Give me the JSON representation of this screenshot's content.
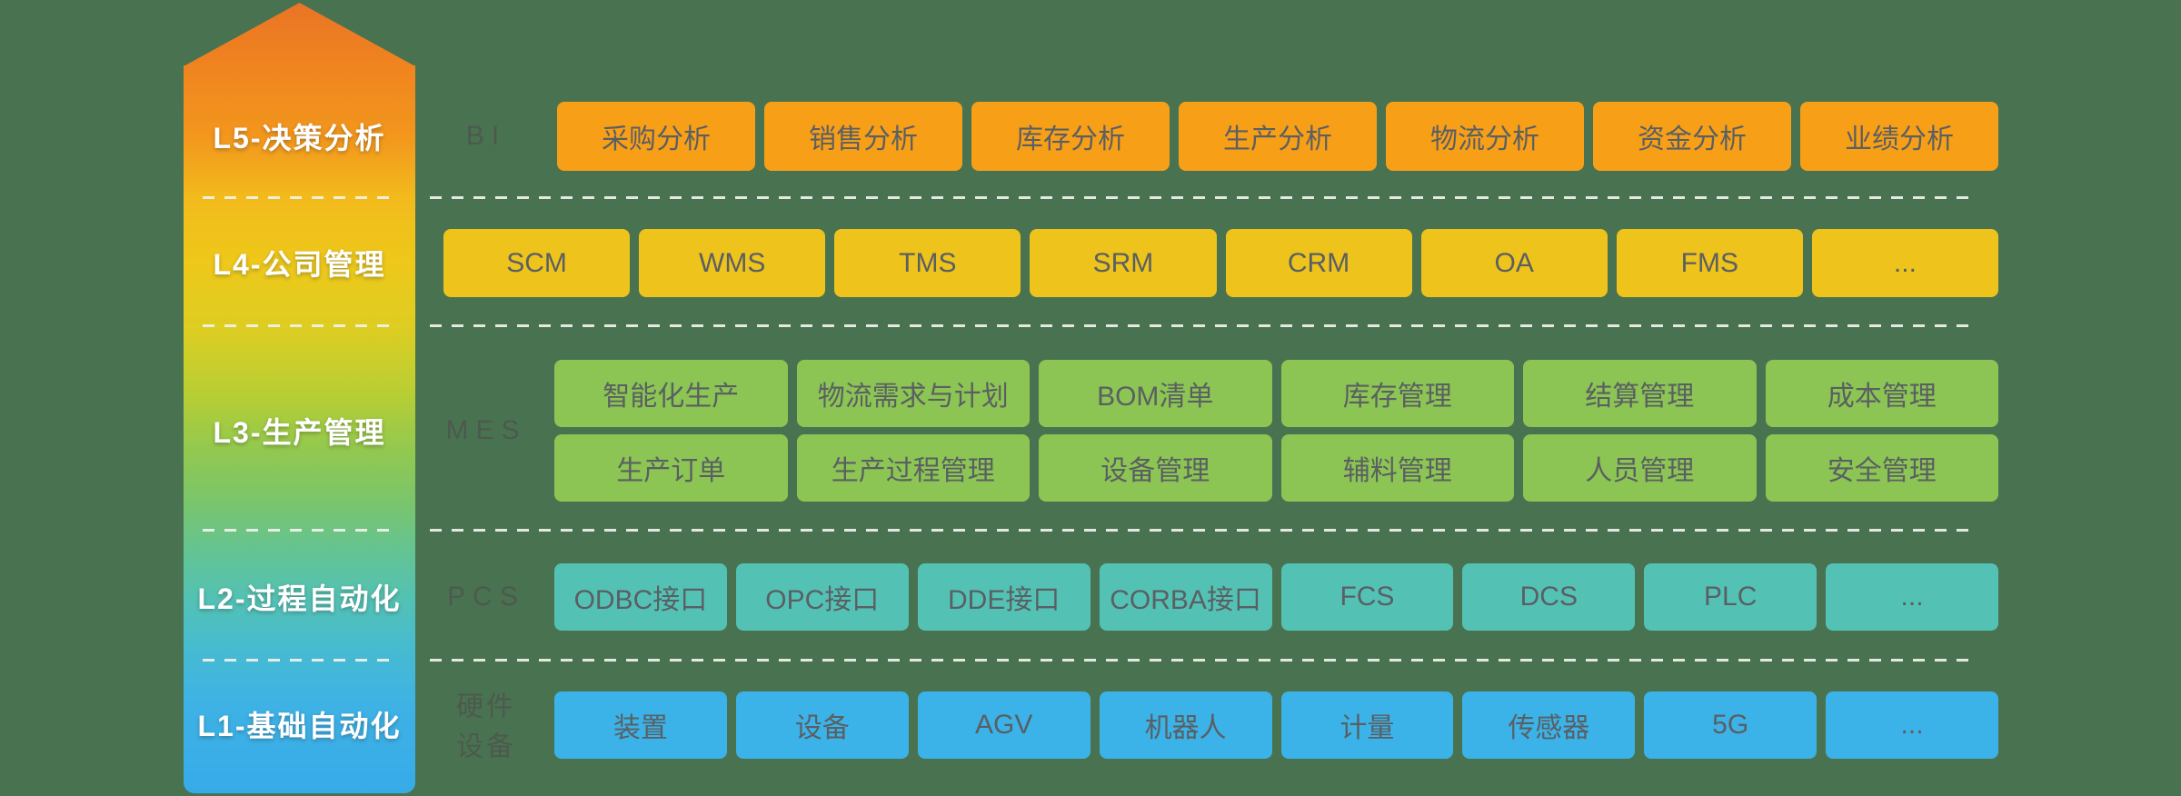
{
  "diagram": {
    "background_color": "#497350",
    "divider_color": "#F0F3EC",
    "box_text_color": "#5A5F63",
    "category_text_color": "#4D594F"
  },
  "tower": {
    "gradient": [
      "#EA7426",
      "#F0841F",
      "#EEC81A",
      "#B8CE33",
      "#7AC56B",
      "#54C2B2",
      "#37ABE8"
    ],
    "levels": [
      {
        "label": "L5-决策分析"
      },
      {
        "label": "L4-公司管理"
      },
      {
        "label": "L3-生产管理"
      },
      {
        "label": "L2-过程自动化"
      },
      {
        "label": "L1-基础自动化"
      }
    ]
  },
  "categories": {
    "l5": "BI",
    "l3": "MES",
    "l2": "PCS",
    "l1": "硬件设备"
  },
  "rows": {
    "l5": {
      "color": "#F89F18",
      "items": [
        "采购分析",
        "销售分析",
        "库存分析",
        "生产分析",
        "物流分析",
        "资金分析",
        "业绩分析"
      ]
    },
    "l4": {
      "color": "#EEC31C",
      "items": [
        "SCM",
        "WMS",
        "TMS",
        "SRM",
        "CRM",
        "OA",
        "FMS",
        "..."
      ]
    },
    "l3a": {
      "color": "#8CC553",
      "items": [
        "智能化生产",
        "物流需求与计划",
        "BOM清单",
        "库存管理",
        "结算管理",
        "成本管理"
      ]
    },
    "l3b": {
      "color": "#8CC553",
      "items": [
        "生产订单",
        "生产过程管理",
        "设备管理",
        "辅料管理",
        "人员管理",
        "安全管理"
      ]
    },
    "l2": {
      "color": "#53C2B5",
      "items": [
        "ODBC接口",
        "OPC接口",
        "DDE接口",
        "CORBA接口",
        "FCS",
        "DCS",
        "PLC",
        "..."
      ]
    },
    "l1": {
      "color": "#3BB3E8",
      "items": [
        "装置",
        "设备",
        "AGV",
        "机器人",
        "计量",
        "传感器",
        "5G",
        "..."
      ]
    }
  }
}
